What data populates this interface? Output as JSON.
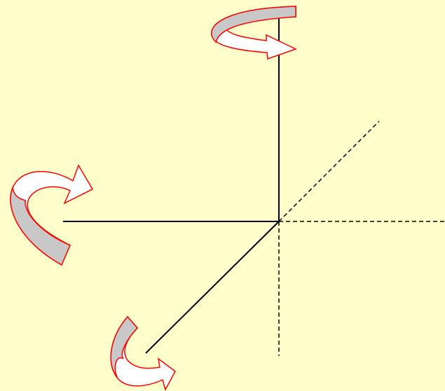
{
  "diagram": {
    "colors": {
      "background": "#ffffcc",
      "axis": "#000000",
      "arrow_outline": "#ff0000",
      "arrow_fill": "#ffffff",
      "arrow_inner_band": "#c8c8c8"
    },
    "axes": [
      {
        "name": "vertical-axis",
        "style": "solid"
      },
      {
        "name": "horizontal-axis",
        "style": "solid"
      },
      {
        "name": "diagonal-axis",
        "style": "solid"
      },
      {
        "name": "vertical-axis-extension",
        "style": "dashed"
      },
      {
        "name": "horizontal-axis-extension",
        "style": "dashed"
      },
      {
        "name": "diagonal-axis-extension",
        "style": "dashed"
      }
    ],
    "rotation_arrows": [
      {
        "name": "rotation-arrow-top",
        "axis": "vertical"
      },
      {
        "name": "rotation-arrow-left",
        "axis": "horizontal"
      },
      {
        "name": "rotation-arrow-bottom",
        "axis": "diagonal"
      }
    ]
  }
}
